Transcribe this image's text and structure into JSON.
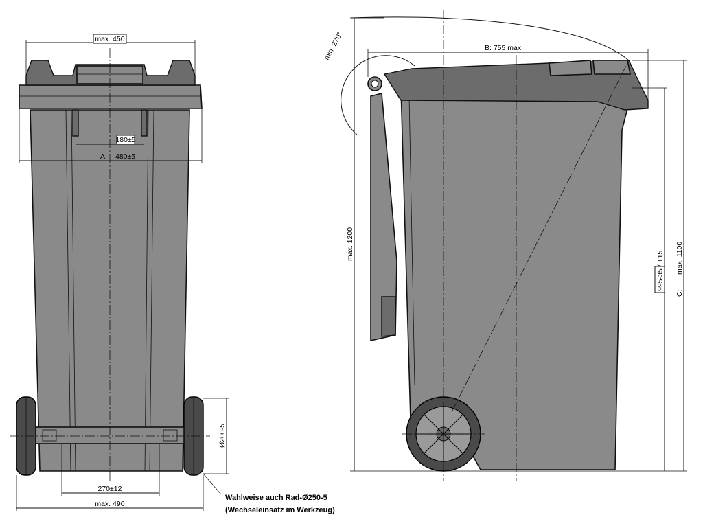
{
  "front_view": {
    "dim_top_width": "max. 450",
    "dim_handle": "180±5",
    "dim_body_width_prefix": "A:",
    "dim_body_width": "480±5",
    "dim_axle": "270±12",
    "dim_total_width": "max. 490",
    "dim_wheel_dia": "Ø200-5"
  },
  "side_view": {
    "dim_lid_open_angle": "min. 270°",
    "dim_depth": "B:  755 max.",
    "dim_open_height": "max. 1200",
    "dim_height": "max. 1100",
    "dim_height_prefix": "C:",
    "dim_rim_height": "995-35 / +15"
  },
  "notes": {
    "wheel_option_line1": "Wahlweise auch Rad-Ø250-5",
    "wheel_option_line2": "(Wechseleinsatz im Werkzeug)"
  },
  "colors": {
    "bin_fill": "#8a8a8a",
    "wheel_fill": "#4a4a4a",
    "line": "#111111"
  }
}
